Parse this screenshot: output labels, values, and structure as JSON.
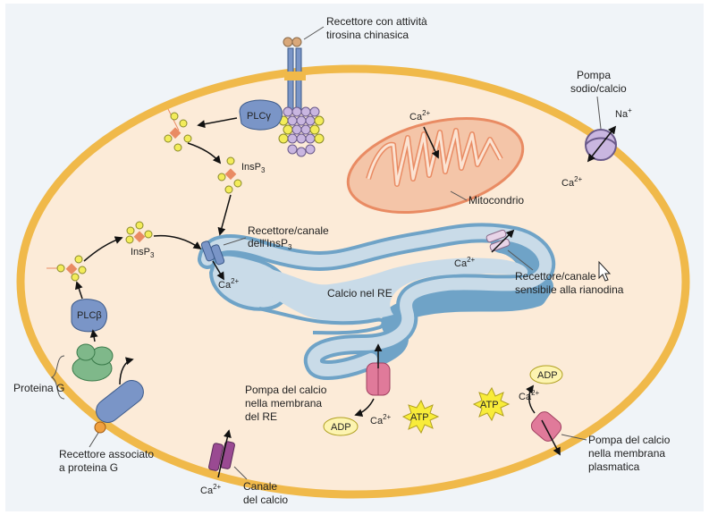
{
  "labels": {
    "rtk_line1": "Recettore con attività",
    "rtk_line2": "tirosina chinasica",
    "plc_gamma": "PLCγ",
    "insp3_top": "InsP",
    "insp3_top_sub": "3",
    "pump_na_line1": "Pompa",
    "pump_na_line2": "sodio/calcio",
    "na_ion": "Na",
    "na_sup": "+",
    "ca_ion_pump": "Ca",
    "ca_sup": "2+",
    "ca_mito": "Ca",
    "mitocondrio": "Mitocondrio",
    "recettore_insp3_line1": "Recettore/canale",
    "recettore_insp3_line2": "dell'InsP",
    "recettore_insp3_sub": "3",
    "insp3_left": "InsP",
    "insp3_left_sub": "3",
    "ca_insp3": "Ca",
    "ca_rianodina": "Ca",
    "rianodina_line1": "Recettore/canale",
    "rianodina_line2": "sensibile alla rianodina",
    "calcio_re": "Calcio nel RE",
    "plc_beta": "PLCβ",
    "proteina_g": "Proteina G",
    "recettore_g_line1": "Recettore associato",
    "recettore_g_line2": "a proteina G",
    "pompa_re_line1": "Pompa del calcio",
    "pompa_re_line2": "nella membrana",
    "pompa_re_line3": "del RE",
    "adp_re": "ADP",
    "ca_re_pump": "Ca",
    "atp_re": "ATP",
    "canale_line1": "Canale",
    "canale_line2": "del calcio",
    "ca_canale": "Ca",
    "adp_pm": "ADP",
    "ca_pm_pump": "Ca",
    "atp_pm": "ATP",
    "pompa_pm_line1": "Pompa del calcio",
    "pompa_pm_line2": "nella membrana",
    "pompa_pm_line3": "plasmatica"
  },
  "colors": {
    "membrane": "#f0b94a",
    "cytoplasm": "#fcebd8",
    "er_fill": "#c9dbe8",
    "er_membrane": "#6fa3c7",
    "mito_fill": "#f4c5a8",
    "mito_outline": "#e98b63",
    "receptor_blue": "#7a95c7",
    "pump_pink": "#e07a9a",
    "channel_purple": "#9a4a92",
    "g_protein": "#7fb88a",
    "atp_yellow": "#f8ec3a",
    "adp_yellow": "#fdf4b0"
  },
  "icons": {
    "cursor": "mouse-pointer-icon"
  }
}
